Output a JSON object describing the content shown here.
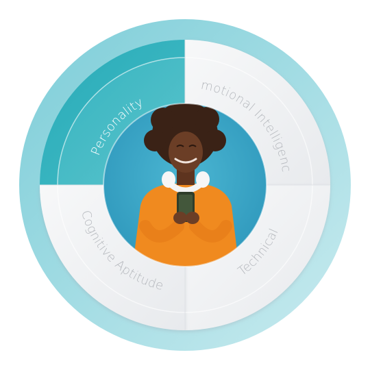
{
  "diagram": {
    "segments": [
      {
        "label": "Personality",
        "active": true
      },
      {
        "label": "Emotional Intelligence",
        "active": false
      },
      {
        "label": "Technical",
        "active": false
      },
      {
        "label": "Cognitive Aptitude",
        "active": false
      }
    ],
    "center_image": "person-looking-at-smartphone",
    "colors": {
      "outer_ring": "#8fd4dd",
      "active_segment": "#2cb0bc",
      "active_segment_light": "#4fc0c9",
      "inactive_segment": "#f1f2f4",
      "inactive_text": "#b5b8bd",
      "active_text": "#ffffff",
      "photo_background": "#3ba7c7",
      "sweater": "#f08a1f",
      "skin": "#6b3e26",
      "hair": "#3a2216",
      "headphones": "#f3f3f3",
      "phone": "#2f3d2a"
    }
  }
}
